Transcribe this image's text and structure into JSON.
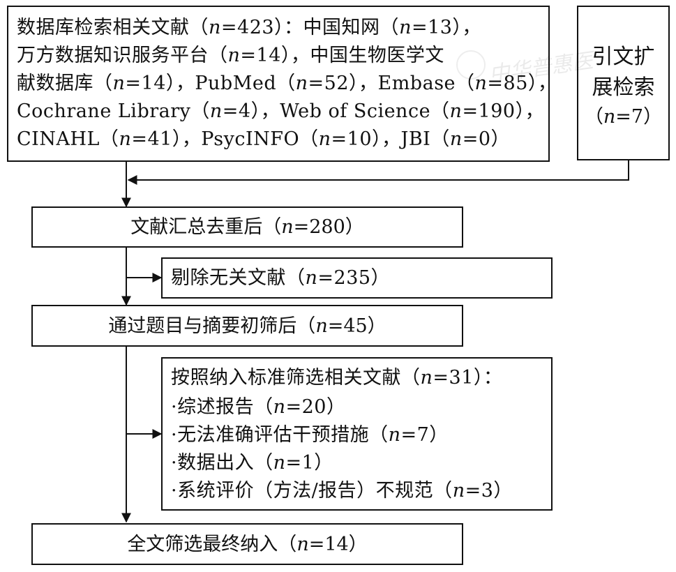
{
  "colors": {
    "stroke": "#111111",
    "background": "#ffffff"
  },
  "search": {
    "lines": [
      {
        "pre": "数据库检索相关文献（",
        "n": "n",
        "post": "=423）：中国知网（",
        "n2": "n",
        "post2": "=13），"
      },
      {
        "pre": "万方数据知识服务平台（",
        "n": "n",
        "post": "=14），中国生物医学文",
        "n2": "",
        "post2": ""
      },
      {
        "pre": "献数据库（",
        "n": "n",
        "post": "=14），PubMed（",
        "n2": "n",
        "post2": "=52），Embase（",
        "n3": "n",
        "post3": "=85），"
      },
      {
        "pre": "Cochrane Library（",
        "n": "n",
        "post": "=4），Web of Science（",
        "n2": "n",
        "post2": "=190），"
      },
      {
        "pre": "CINAHL（",
        "n": "n",
        "post": "=41），PsycINFO（",
        "n2": "n",
        "post2": "=10），JBI（",
        "n3": "n",
        "post3": "=0）"
      }
    ]
  },
  "citation": {
    "line1": "引文扩",
    "line2": "展检索",
    "line3_pre": "（",
    "line3_n": "n",
    "line3_post": "=7）"
  },
  "dedup": {
    "pre": "文献汇总去重后（",
    "n": "n",
    "post": "=280）"
  },
  "excluded": {
    "pre": "剔除无关文献（",
    "n": "n",
    "post": "=235）"
  },
  "screened": {
    "pre": "通过题目与摘要初筛后（",
    "n": "n",
    "post": "=45）"
  },
  "fulltext_excluded": {
    "header_pre": "按照纳入标准筛选相关文献（",
    "header_n": "n",
    "header_post": "=31）：",
    "items": [
      {
        "pre": "·综述报告（",
        "n": "n",
        "post": "=20）"
      },
      {
        "pre": "·无法准确评估干预措施（",
        "n": "n",
        "post": "=7）"
      },
      {
        "pre": "·数据出入（",
        "n": "n",
        "post": "=1）"
      },
      {
        "pre": "·系统评价（方法/报告）不规范（",
        "n": "n",
        "post": "=3）"
      }
    ]
  },
  "final": {
    "pre": "全文筛选最终纳入（",
    "n": "n",
    "post": "=14）"
  },
  "watermark": "中华普惠医"
}
